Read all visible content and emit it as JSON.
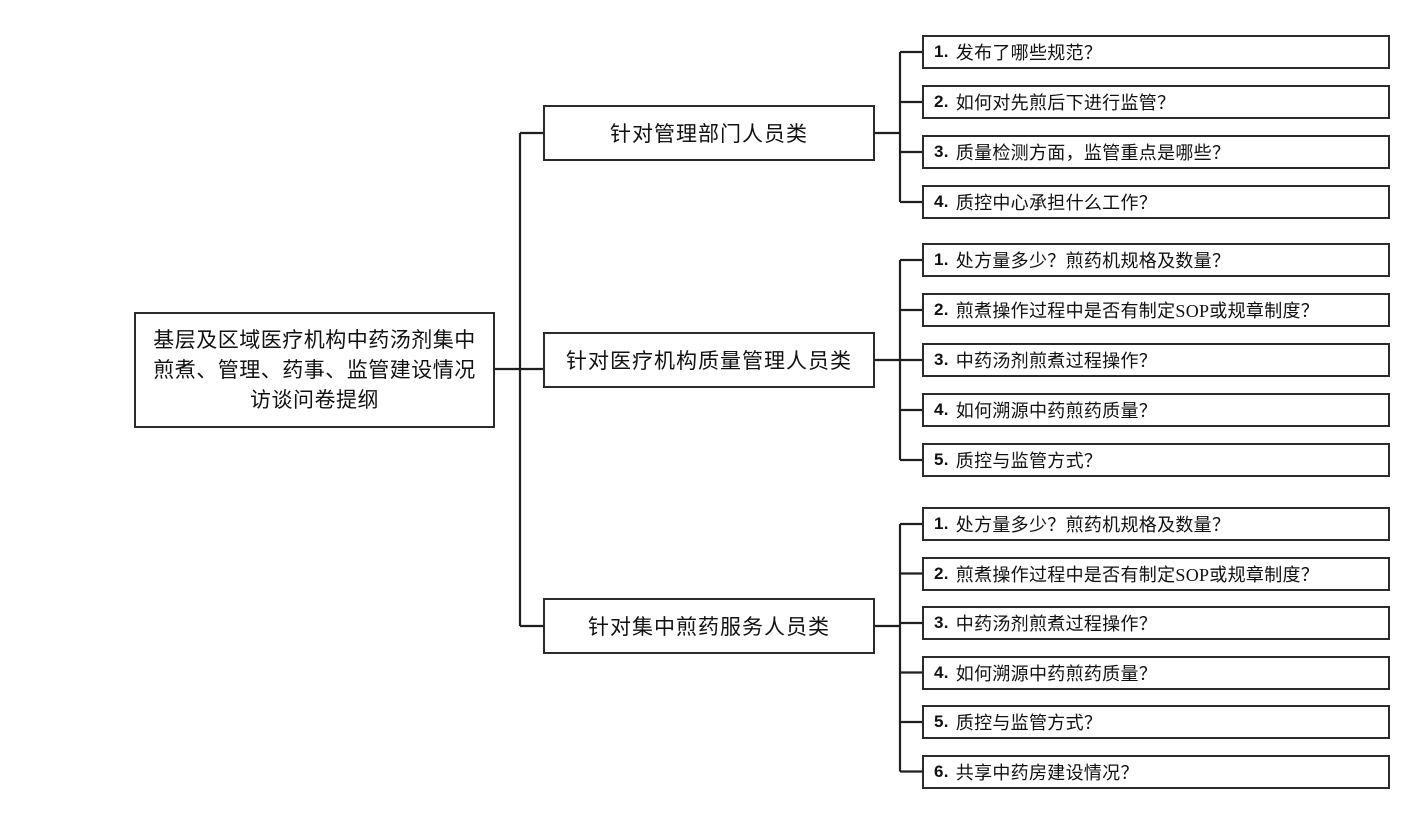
{
  "diagram": {
    "title_hint": "interview-outline-tree",
    "colors": {
      "line": "#1f1f1f",
      "border": "#2b2b2b",
      "text": "#111111",
      "background": "#ffffff"
    },
    "root": {
      "lines": [
        "基层及区域医疗机构中药汤剂集中",
        "煎煮、管理、药事、监管建设情况",
        "访谈问卷提纲"
      ]
    },
    "branches": [
      {
        "label": "针对管理部门人员类",
        "questions": [
          {
            "num": "1.",
            "text": "发布了哪些规范？"
          },
          {
            "num": "2.",
            "text": "如何对先煎后下进行监管？"
          },
          {
            "num": "3.",
            "text": "质量检测方面，监管重点是哪些？"
          },
          {
            "num": "4.",
            "text": "质控中心承担什么工作？"
          }
        ]
      },
      {
        "label": "针对医疗机构质量管理人员类",
        "questions": [
          {
            "num": "1.",
            "text": "处方量多少？煎药机规格及数量？"
          },
          {
            "num": "2.",
            "text": "煎煮操作过程中是否有制定SOP或规章制度？"
          },
          {
            "num": "3.",
            "text": "中药汤剂煎煮过程操作？"
          },
          {
            "num": "4.",
            "text": "如何溯源中药煎药质量？"
          },
          {
            "num": "5.",
            "text": "质控与监管方式？"
          }
        ]
      },
      {
        "label": "针对集中煎药服务人员类",
        "questions": [
          {
            "num": "1.",
            "text": "处方量多少？煎药机规格及数量？"
          },
          {
            "num": "2.",
            "text": "煎煮操作过程中是否有制定SOP或规章制度？"
          },
          {
            "num": "3.",
            "text": "中药汤剂煎煮过程操作？"
          },
          {
            "num": "4.",
            "text": "如何溯源中药煎药质量？"
          },
          {
            "num": "5.",
            "text": "质控与监管方式？"
          },
          {
            "num": "6.",
            "text": "共享中药房建设情况？"
          }
        ]
      }
    ]
  }
}
